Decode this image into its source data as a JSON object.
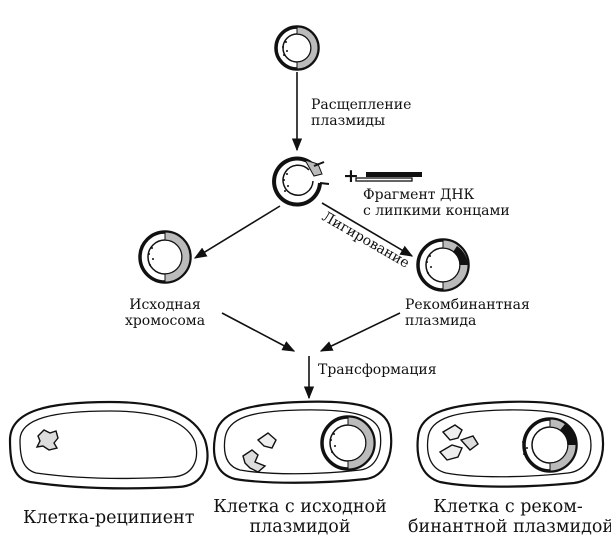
{
  "labels": {
    "cleavage": [
      "Расщепление",
      "плазмиды"
    ],
    "plus": "+",
    "fragment": [
      "Фрагмент ДНК",
      "с липкими концами"
    ],
    "ligation": "Лигирование",
    "original": [
      "Исходная",
      "хромосома"
    ],
    "recombinant": [
      "Рекомбинантная",
      "плазмида"
    ],
    "transformation": "Трансформация",
    "cell_recipient": "Клетка-реципиент",
    "cell_original": [
      "Клетка с исходной",
      "плазмидой"
    ],
    "cell_recombinant": [
      "Клетка с реком-",
      "бинантной плазмидой"
    ]
  }
}
